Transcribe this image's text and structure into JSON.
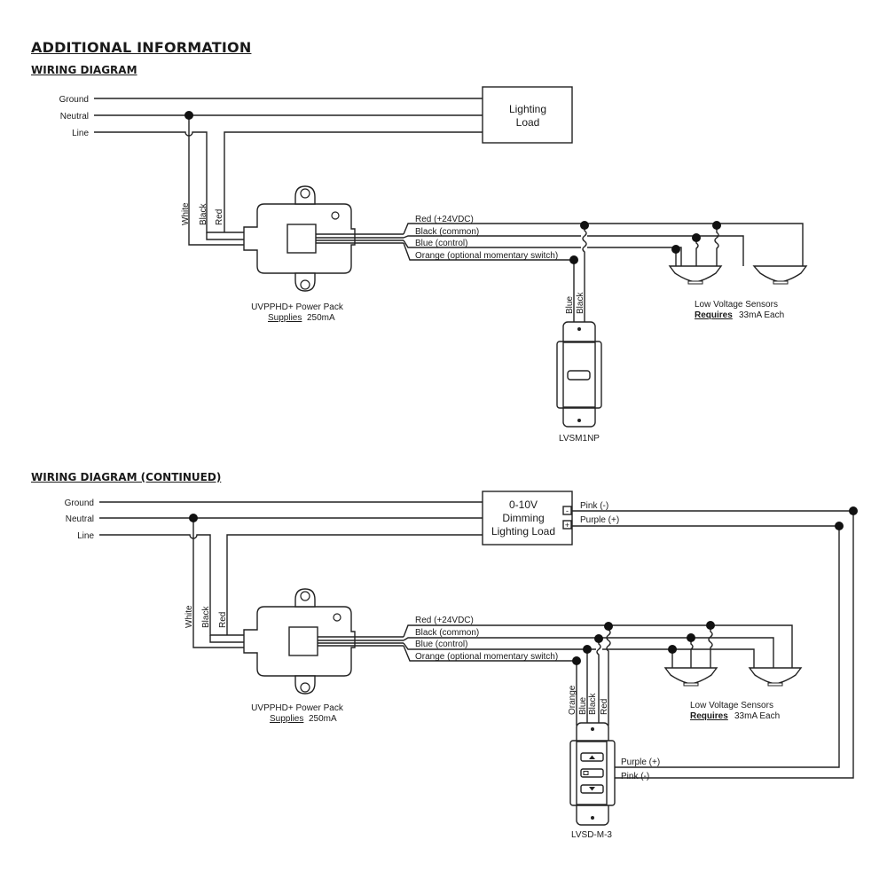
{
  "headings": {
    "main": "ADDITIONAL INFORMATION",
    "diagram1": "WIRING DIAGRAM",
    "diagram2": "WIRING DIAGRAM (CONTINUED)"
  },
  "diagram1": {
    "mains": [
      "Ground",
      "Neutral",
      "Line"
    ],
    "load_lines": [
      "Lighting",
      "Load"
    ],
    "pack_wires": [
      "White",
      "Black",
      "Red"
    ],
    "bus_wires": [
      "Red (+24VDC)",
      "Black (common)",
      "Blue (control)",
      "Orange (optional momentary switch)"
    ],
    "power_pack": {
      "name": "UVPPHD+ Power Pack",
      "supplies_label": "Supplies",
      "supplies_value": "250mA"
    },
    "sensors": {
      "name": "Low Voltage Sensors",
      "requires_label": "Requires",
      "requires_value": "33mA Each"
    },
    "switch_wires": [
      "Blue",
      "Black"
    ],
    "switch_model": "LVSM1NP"
  },
  "diagram2": {
    "mains": [
      "Ground",
      "Neutral",
      "Line"
    ],
    "load_lines": [
      "0-10V",
      "Dimming",
      "Lighting Load"
    ],
    "load_terminals": [
      "-",
      "+"
    ],
    "dim_wires": [
      "Pink (-)",
      "Purple (+)"
    ],
    "pack_wires": [
      "White",
      "Black",
      "Red"
    ],
    "bus_wires": [
      "Red (+24VDC)",
      "Black (common)",
      "Blue (control)",
      "Orange (optional momentary switch)"
    ],
    "power_pack": {
      "name": "UVPPHD+ Power Pack",
      "supplies_label": "Supplies",
      "supplies_value": "250mA"
    },
    "sensors": {
      "name": "Low Voltage Sensors",
      "requires_label": "Requires",
      "requires_value": "33mA Each"
    },
    "switch_wires": [
      "Orange",
      "Blue",
      "Black",
      "Red"
    ],
    "switch_dim_wires": [
      "Purple (+)",
      "Pink (-)"
    ],
    "switch_model": "LVSD-M-3"
  }
}
